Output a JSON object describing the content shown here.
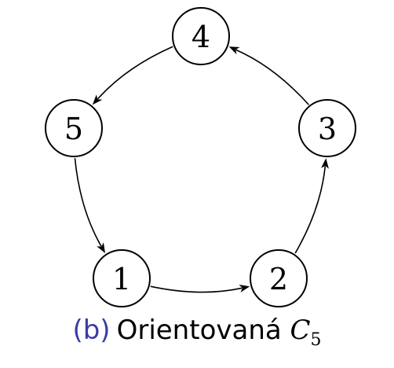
{
  "nodes": [
    {
      "id": "1",
      "label": "1"
    },
    {
      "id": "2",
      "label": "2"
    },
    {
      "id": "3",
      "label": "3"
    },
    {
      "id": "4",
      "label": "4"
    },
    {
      "id": "5",
      "label": "5"
    }
  ],
  "edges": [
    {
      "from": "1",
      "to": "2"
    },
    {
      "from": "2",
      "to": "3"
    },
    {
      "from": "3",
      "to": "4"
    },
    {
      "from": "4",
      "to": "5"
    },
    {
      "from": "5",
      "to": "1"
    }
  ],
  "caption": {
    "tag": "(b)",
    "text": "Orientovaná",
    "math_symbol": "C",
    "math_subscript": "5"
  },
  "colors": {
    "caption_tag": "#3a3aa8",
    "stroke": "#000000"
  }
}
